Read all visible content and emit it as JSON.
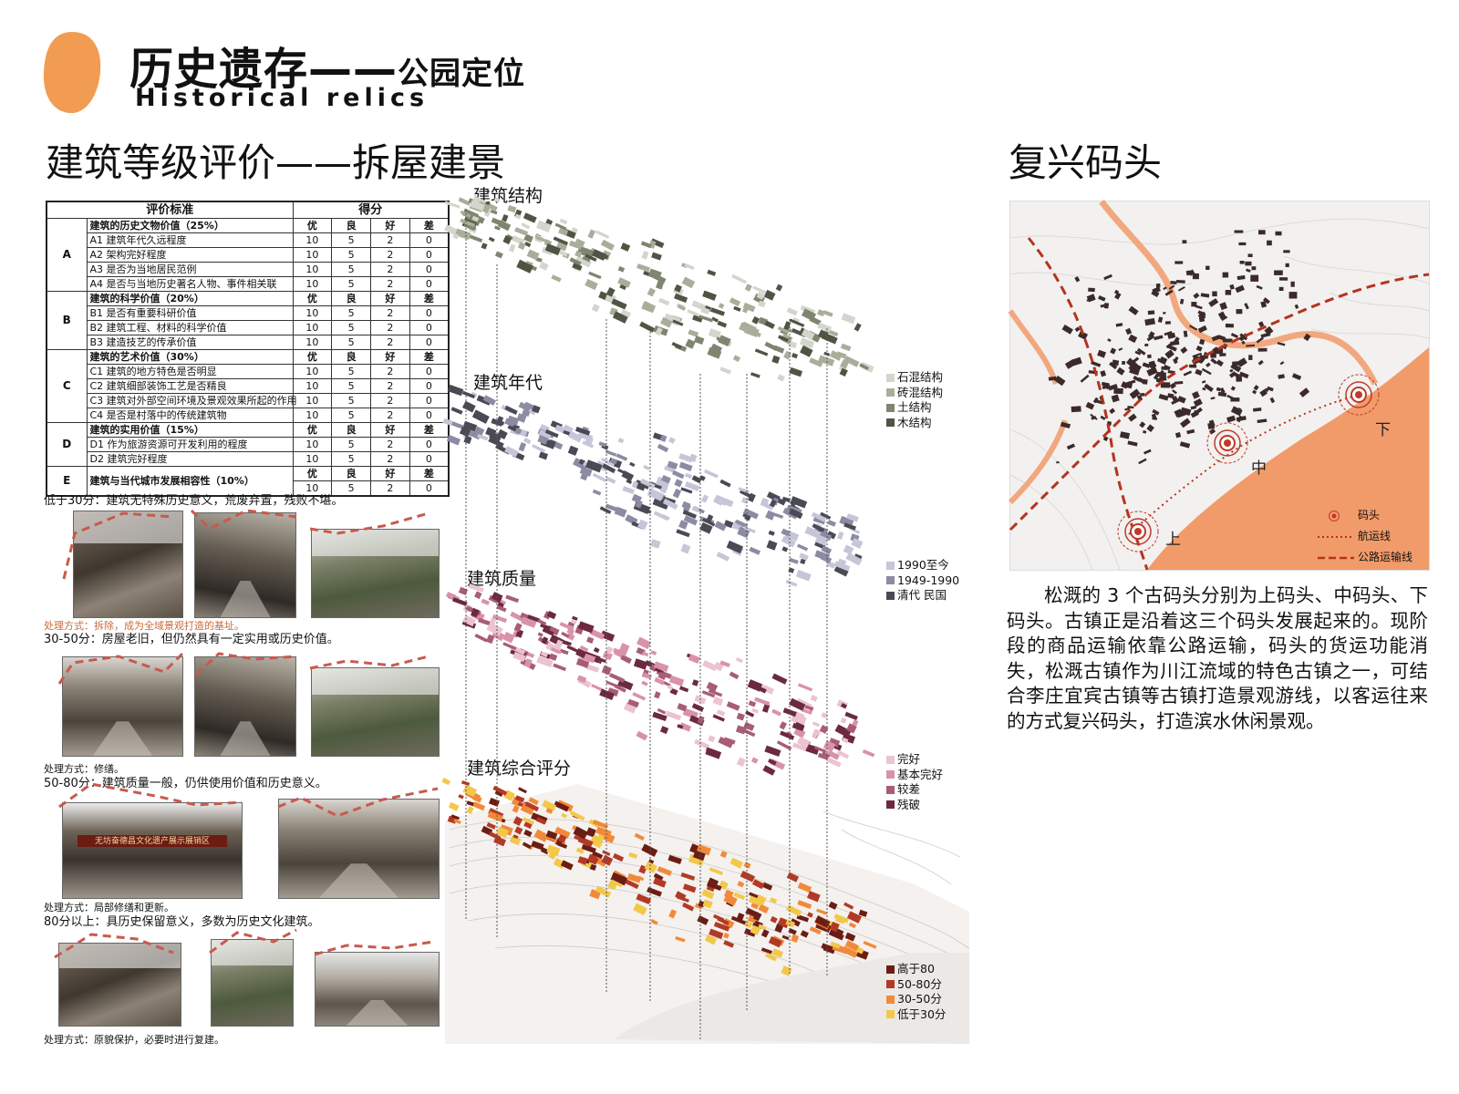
{
  "header": {
    "title_main": "历史遗存",
    "title_dash": "——",
    "title_sub": "公园定位",
    "subtitle_en": "Historical relics",
    "accent_color": "#f29b52"
  },
  "section_left": "建筑等级评价——拆屋建景",
  "section_right": "复兴码头",
  "table": {
    "header_criteria": "评价标准",
    "header_score": "得分",
    "grade_labels": [
      "优",
      "良",
      "好",
      "差"
    ],
    "groups": [
      {
        "code": "A",
        "title": "建筑的历史文物价值（25%）",
        "items": [
          "A1 建筑年代久远程度",
          "A2 架构完好程度",
          "A3 是否为当地居民范例",
          "A4 是否与当地历史著名人物、事件相关联"
        ]
      },
      {
        "code": "B",
        "title": "建筑的科学价值（20%）",
        "items": [
          "B1 是否有重要科研价值",
          "B2 建筑工程、材料的科学价值",
          "B3 建造技艺的传承价值"
        ]
      },
      {
        "code": "C",
        "title": "建筑的艺术价值（30%）",
        "items": [
          "C1 建筑的地方特色是否明显",
          "C2 建筑细部装饰工艺是否精良",
          "C3 建筑对外部空间环境及景观效果所起的作用",
          "C4 是否是村落中的传统建筑物"
        ]
      },
      {
        "code": "D",
        "title": "建筑的实用价值（15%）",
        "items": [
          "D1 作为旅游资源可开发利用的程度",
          "D2 建筑完好程度"
        ]
      },
      {
        "code": "E",
        "title": "建筑与当代城市发展相容性（10%）",
        "items": []
      }
    ],
    "scores": [
      "10",
      "5",
      "2",
      "0"
    ]
  },
  "categories": [
    {
      "label": "低于30分：建筑无特殊历史意义，荒废弃置，残败不堪。",
      "treatment": "处理方式：拆除，成为全域景观打造的基址。"
    },
    {
      "label": "30-50分：房屋老旧，但仍然具有一定实用或历史价值。",
      "treatment": "处理方式：修缮。"
    },
    {
      "label": "50-80分：建筑质量一般，仍供使用价值和历史意义。",
      "treatment": "处理方式：局部修缮和更新。"
    },
    {
      "label": "80分以上：具历史保留意义，多数为历史文化建筑。",
      "treatment": "处理方式：原貌保护，必要时进行复建。"
    }
  ],
  "photo_banner": "无坊奋德昌文化遗产展示展销区",
  "layers": {
    "structure": {
      "title": "建筑结构",
      "color": "#98a08a",
      "legend": [
        "石混结构",
        "砖混结构",
        "土结构",
        "木结构"
      ],
      "legend_colors": [
        "#d3d6cc",
        "#a9ae9b",
        "#7f8670",
        "#4f5544"
      ]
    },
    "age": {
      "title": "建筑年代",
      "color": "#8f8fa6",
      "legend": [
        "1990至今",
        "1949-1990",
        "清代 民国"
      ],
      "legend_colors": [
        "#c5c6d8",
        "#8b8ca3",
        "#4a4a55"
      ]
    },
    "quality": {
      "title": "建筑质量",
      "color": "#c07b92",
      "legend": [
        "完好",
        "基本完好",
        "较差",
        "残破"
      ],
      "legend_colors": [
        "#ecc3d1",
        "#d892aa",
        "#a85d76",
        "#6b2a3d"
      ]
    },
    "overall": {
      "title": "建筑综合评分",
      "legend": [
        "高于80",
        "50-80分",
        "30-50分",
        "低于30分"
      ],
      "legend_colors": [
        "#6b1d14",
        "#b23a25",
        "#f08a3a",
        "#f2c84b"
      ]
    }
  },
  "map": {
    "labels": {
      "upper": "上",
      "middle": "中",
      "lower": "下"
    },
    "legend": [
      "码头",
      "航运线",
      "公路运输线"
    ],
    "river_color": "#f29b6a",
    "road_color": "#b5331f"
  },
  "description": "松溉的 3 个古码头分别为上码头、中码头、下码头。古镇正是沿着这三个码头发展起来的。现阶段的商品运输依靠公路运输，码头的货运功能消失，松溉古镇作为川江流域的特色古镇之一，可结合李庄宜宾古镇等古镇打造景观游线，以客运往来的方式复兴码头，打造滨水休闲景观。"
}
